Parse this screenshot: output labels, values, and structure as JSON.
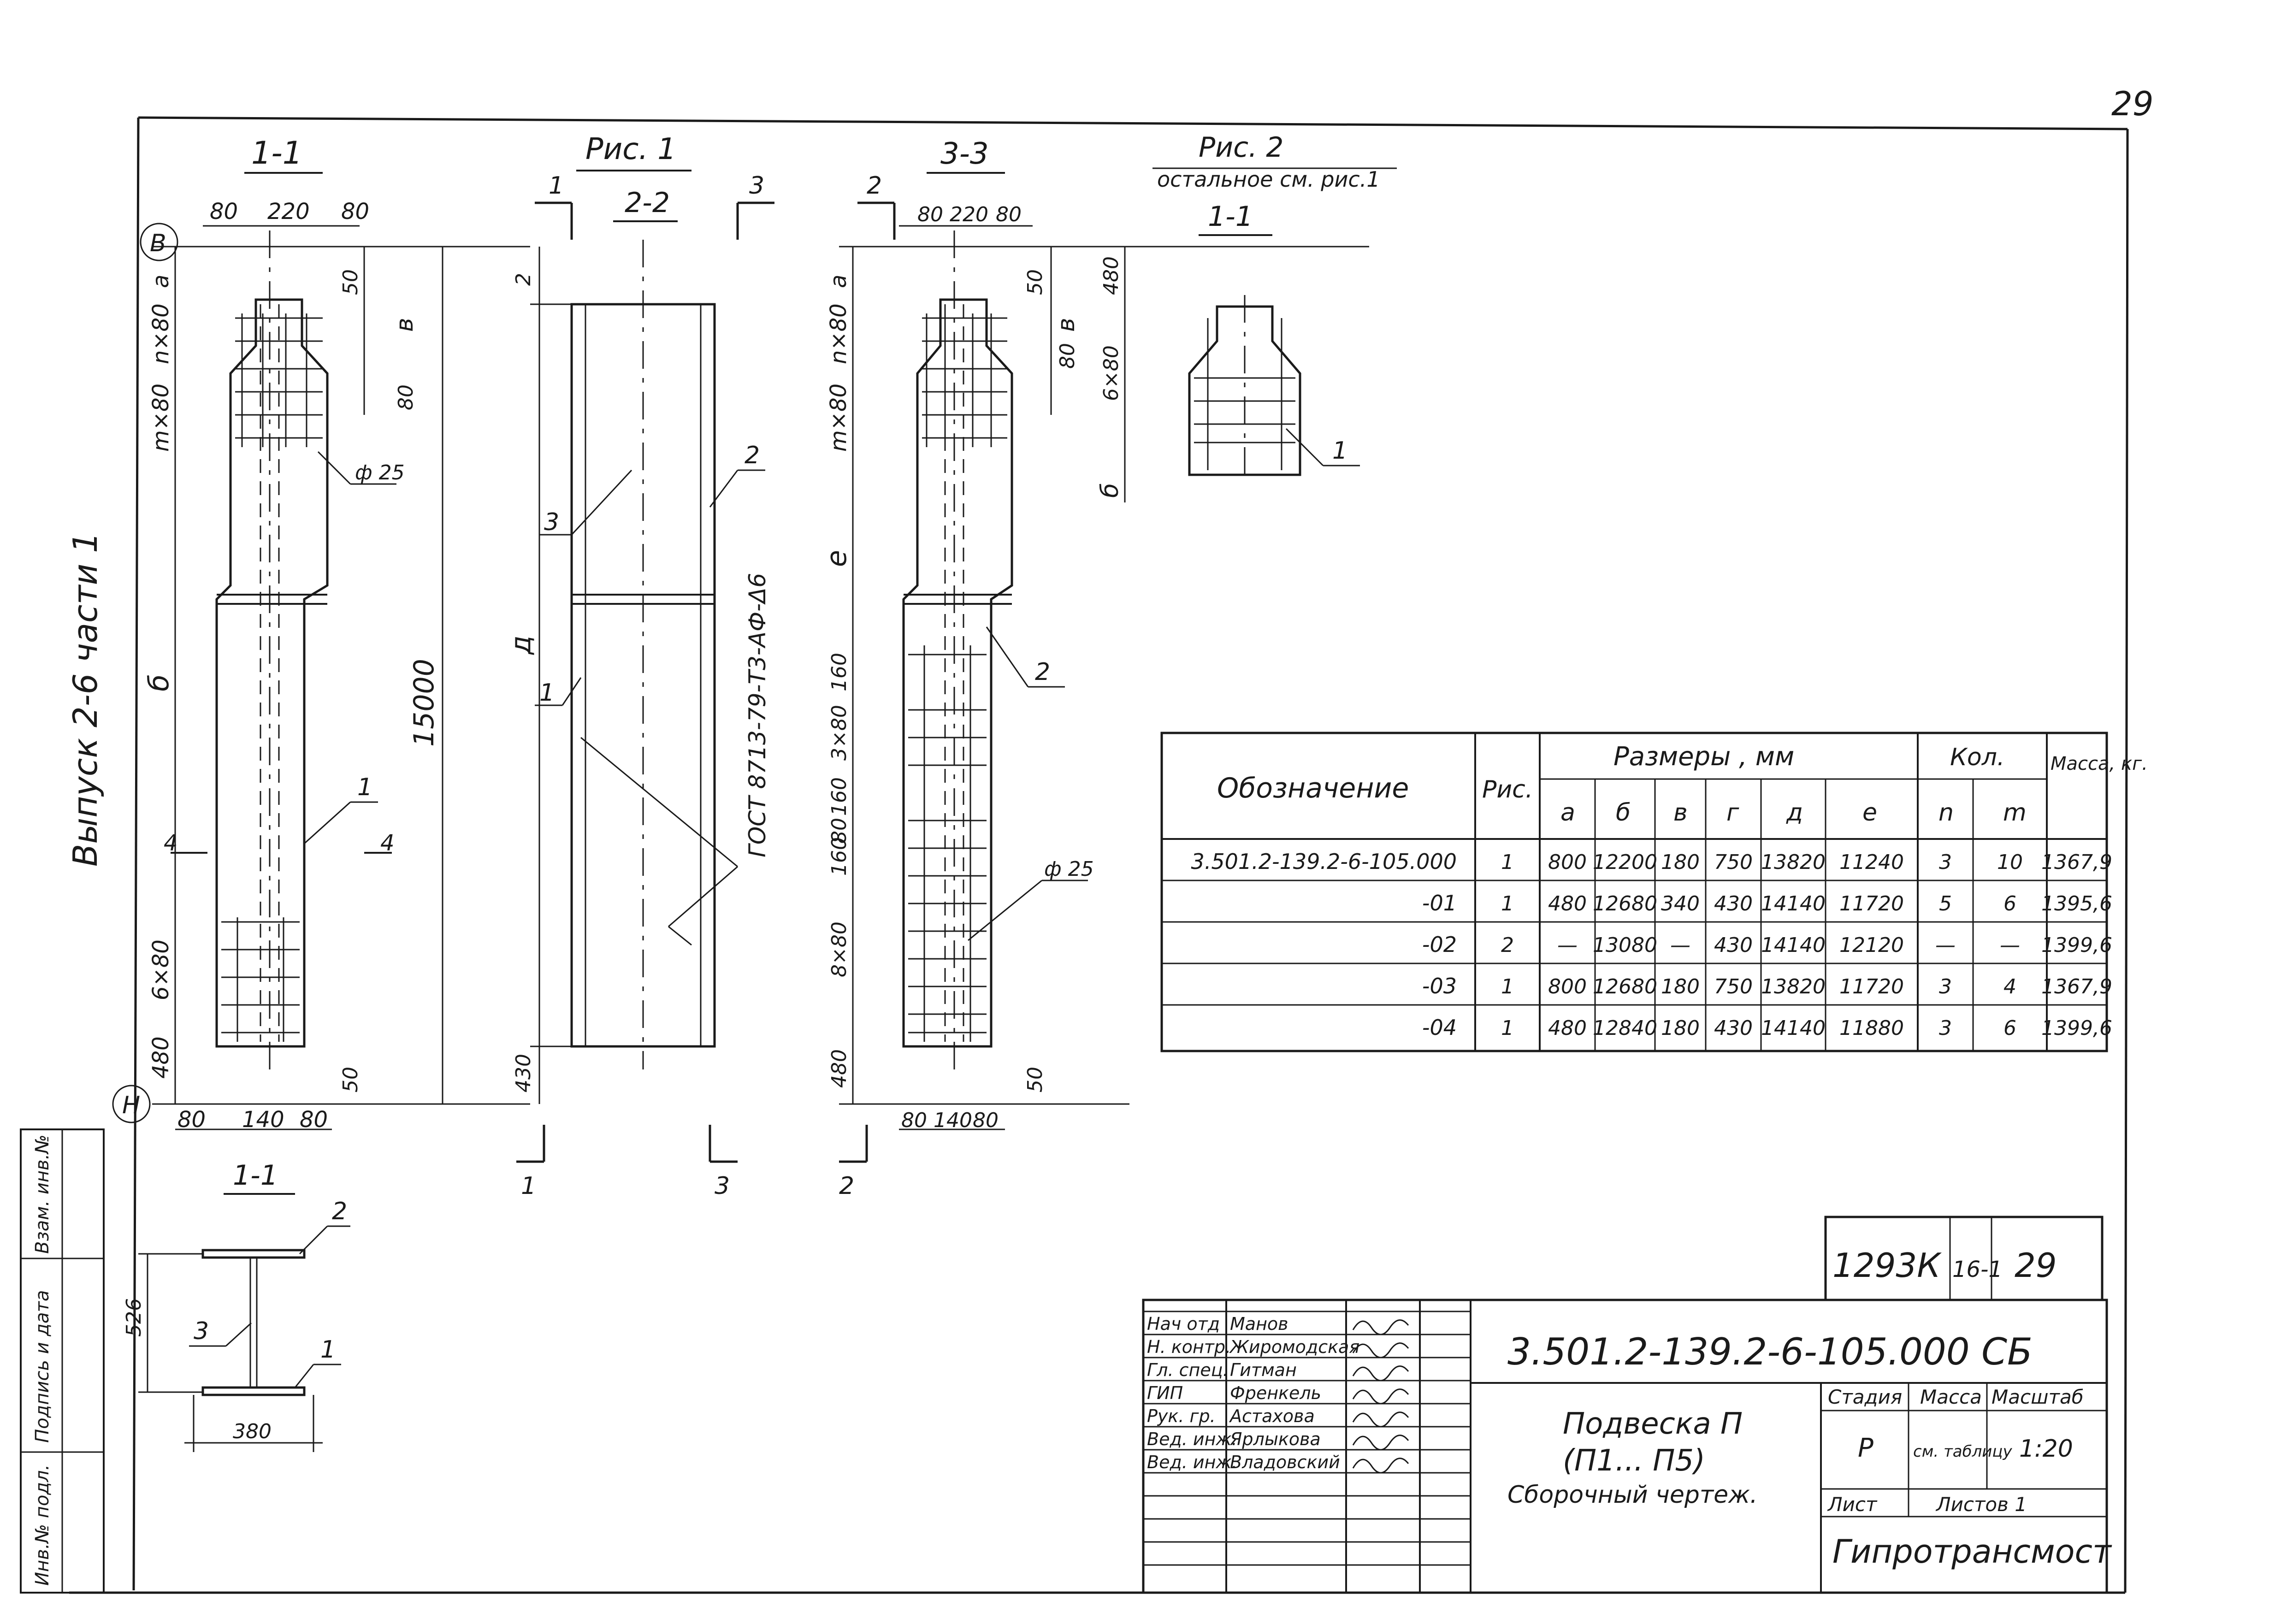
{
  "page_number": "29",
  "vertical_label": "Выпуск 2-6 части 1",
  "left_stamp": [
    "Инв.№ подл.",
    "Подпись и дата",
    "Взам. инв.№"
  ],
  "fig1": {
    "title": "Рис. 1",
    "section_11": "1-1",
    "section_22": "2-2",
    "section_33": "3-3",
    "section_44": "1-1",
    "axis_top": "В",
    "axis_bottom": "Н",
    "dims_top_11": [
      "80",
      "220",
      "80"
    ],
    "dims_top_33": [
      "80",
      "220",
      "80"
    ],
    "dims_bottom_11": [
      "80",
      "140",
      "80"
    ],
    "dims_bottom_33": [
      "80",
      "140",
      "80"
    ],
    "left_dims_11": [
      "а",
      "n×80",
      "m×80",
      "б",
      "6×80",
      "480"
    ],
    "left_dims_33": [
      "а",
      "n×80",
      "m×80",
      "е",
      "160",
      "3×80",
      "160",
      "80",
      "160",
      "8×80",
      "480"
    ],
    "right_dims_11": [
      "50",
      "в",
      "80",
      "50"
    ],
    "right_dims_33": [
      "50",
      "в",
      "80",
      "50"
    ],
    "total_height": "15000",
    "left_dims_22": [
      "2",
      "д",
      "430"
    ],
    "bolt_label": "ф 25",
    "gost_label": "ГОСТ 8713-79-Т3-АФ-Δ6",
    "callouts": [
      "1",
      "2",
      "3",
      "4"
    ],
    "cut_marks": [
      "1",
      "3",
      "2",
      "4"
    ]
  },
  "fig2": {
    "title": "Рис. 2",
    "subtitle": "остальное см. рис.1",
    "section": "1-1",
    "dims": [
      "480",
      "6×80",
      "б"
    ],
    "callout": "1"
  },
  "isection": {
    "height": "526",
    "width": "380",
    "callouts": [
      "2",
      "3",
      "1"
    ]
  },
  "spec_table": {
    "headers": {
      "designation": "Обозначение",
      "fig": "Рис.",
      "dims": "Размеры , мм",
      "qty": "Кол.",
      "mass": "Масса, кг."
    },
    "sub_headers": [
      "а",
      "б",
      "в",
      "г",
      "д",
      "е",
      "n",
      "m"
    ],
    "rows": [
      [
        "3.501.2-139.2-6-105.000",
        "1",
        "800",
        "12200",
        "180",
        "750",
        "13820",
        "11240",
        "3",
        "10",
        "1367,9"
      ],
      [
        "-01",
        "1",
        "480",
        "12680",
        "340",
        "430",
        "14140",
        "11720",
        "5",
        "6",
        "1395,6"
      ],
      [
        "-02",
        "2",
        "—",
        "13080",
        "—",
        "430",
        "14140",
        "12120",
        "—",
        "—",
        "1399,6"
      ],
      [
        "-03",
        "1",
        "800",
        "12680",
        "180",
        "750",
        "13820",
        "11720",
        "3",
        "4",
        "1367,9"
      ],
      [
        "-04",
        "1",
        "480",
        "12840",
        "180",
        "430",
        "14140",
        "11880",
        "3",
        "6",
        "1399,6"
      ]
    ]
  },
  "title_block": {
    "top_code": "1293К",
    "top_code2": "16-1",
    "top_sheet": "29",
    "doc_code": "3.501.2-139.2-6-105.000 СБ",
    "name_line1": "Подвеска П",
    "name_line2": "(П1... П5)",
    "name_line3": "Сборочный   чертеж.",
    "stage_label": "Стадия",
    "mass_label": "Масса",
    "scale_label": "Масштаб",
    "stage_value": "Р",
    "mass_value": "см. таблицу",
    "scale_value": "1:20",
    "sheet_label": "Лист",
    "sheets_label": "Листов 1",
    "org": "Гипротрансмост",
    "staff": [
      [
        "Нач отд",
        "Манов"
      ],
      [
        "Н. контр.",
        "Жиромодская"
      ],
      [
        "Гл. спец.",
        "Гитман"
      ],
      [
        "ГИП",
        "Френкель"
      ],
      [
        "Рук. гр.",
        "Астахова"
      ],
      [
        "Вед. инж.",
        "Ярлыкова"
      ],
      [
        "Вед. инж.",
        "Владовский"
      ]
    ]
  }
}
